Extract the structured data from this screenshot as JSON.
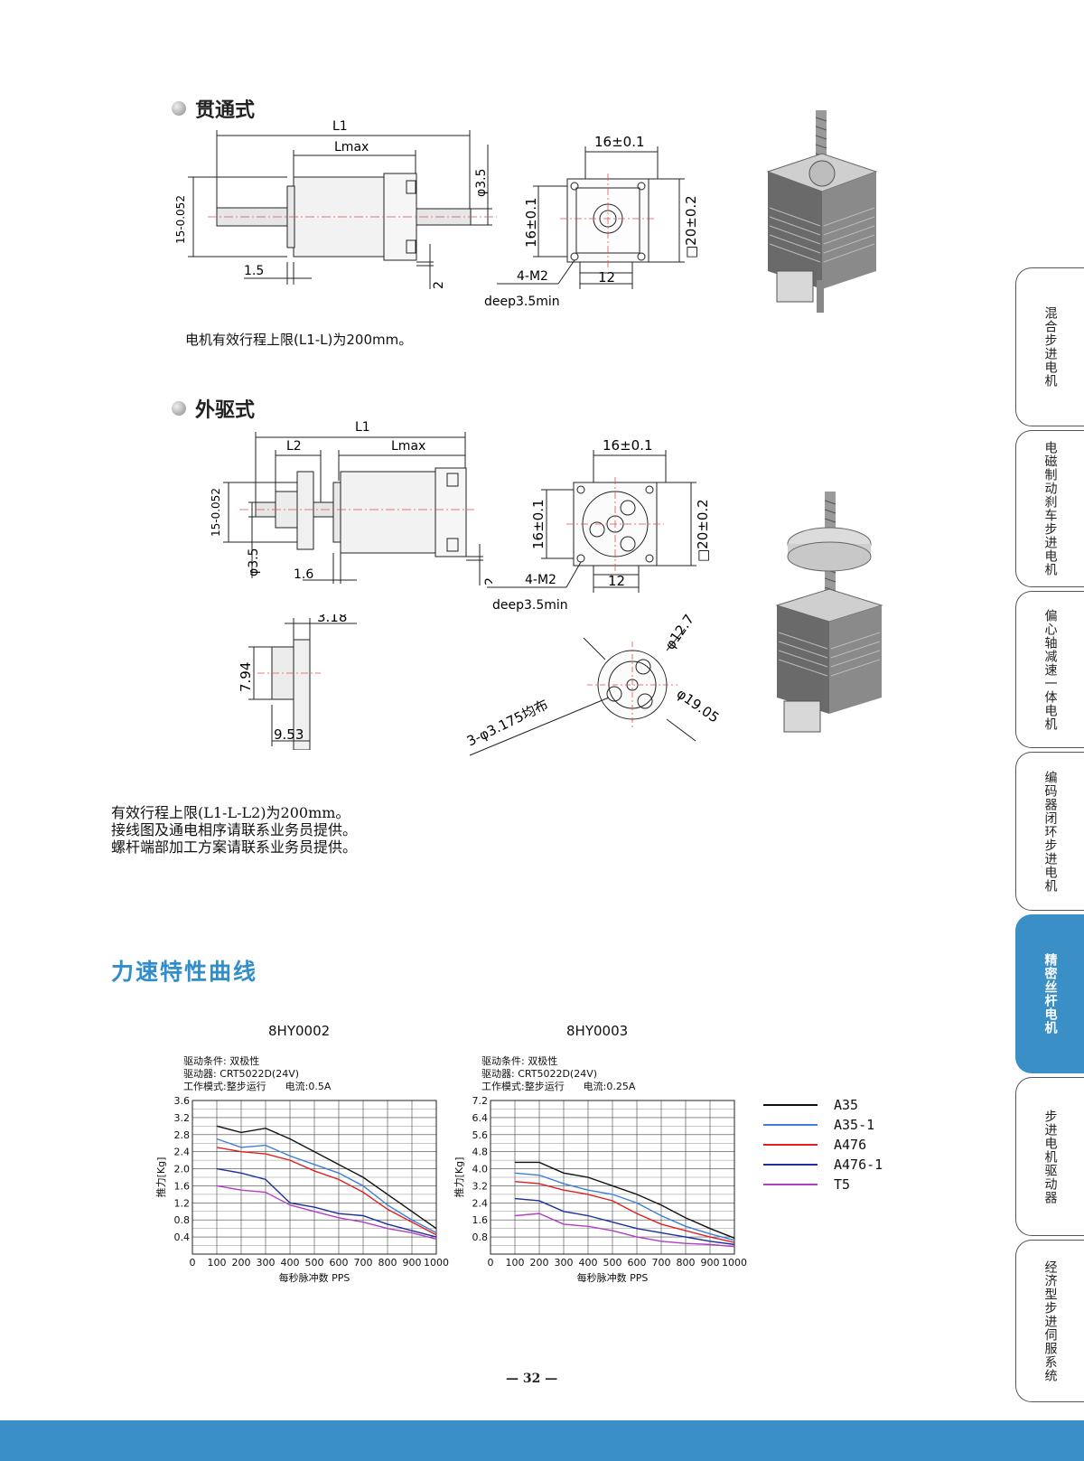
{
  "sections": {
    "through": {
      "title": "贯通式",
      "note": "电机有效行程上限(L1-L)为200mm。"
    },
    "external": {
      "title": "外驱式"
    }
  },
  "drawing1": {
    "labels": {
      "L1": "L1",
      "Lmax": "Lmax",
      "phi35": "φ3.5",
      "tol": "15-0.052",
      "d15": "1.5",
      "d2": "2",
      "w16": "16±0.1",
      "h16": "16±0.1",
      "sq20": "□20±0.2",
      "m2": "4-M2",
      "deep": "deep3.5min",
      "w12": "12"
    }
  },
  "drawing2": {
    "labels": {
      "L1": "L1",
      "L2": "L2",
      "Lmax": "Lmax",
      "tol": "15-0.052",
      "phi35": "φ3.5",
      "d16": "1.6",
      "d2": "2",
      "w16": "16±0.1",
      "h16": "16±0.1",
      "sq20": "□20±0.2",
      "m2": "4-M2",
      "deep": "deep3.5min",
      "w12": "12",
      "d318": "3.18",
      "d794": "7.94",
      "d953": "9.53",
      "phi127": "φ12.7",
      "phi1905": "φ19.05",
      "holes": "3-φ3.175均布"
    }
  },
  "notes": [
    "有效行程上限(L1-L-L2)为200mm。",
    "接线图及通电相序请联系业务员提供。",
    "螺杆端部加工方案请联系业务员提供。"
  ],
  "curve_heading": "力速特性曲线",
  "charts": {
    "left": {
      "title": "8HY0002",
      "cond1": "驱动条件: 双极性",
      "cond2": "驱动器: CRT5022D(24V)",
      "cond3": "工作模式:整步运行      电流:0.5A"
    },
    "right": {
      "title": "8HY0003",
      "cond1": "驱动条件: 双极性",
      "cond2": "驱动器: CRT5022D(24V)",
      "cond3": "工作模式:整步运行      电流:0.25A"
    }
  },
  "legend": [
    {
      "name": "A35",
      "color": "#111111"
    },
    {
      "name": "A35-1",
      "color": "#3b7fd9"
    },
    {
      "name": "A476",
      "color": "#e02020"
    },
    {
      "name": "A476-1",
      "color": "#1d2f9a"
    },
    {
      "name": "T5",
      "color": "#b040c0"
    }
  ],
  "chart_data": [
    {
      "type": "line",
      "title": "8HY0002",
      "xlabel": "每秒脉冲数 PPS",
      "ylabel": "推力[Kg]",
      "xlim": [
        0,
        1000
      ],
      "ylim": [
        0,
        3.6
      ],
      "x_ticks": [
        0,
        100,
        200,
        300,
        400,
        500,
        600,
        700,
        800,
        900,
        1000
      ],
      "y_ticks": [
        0.4,
        0.8,
        1.2,
        1.6,
        2.0,
        2.4,
        2.8,
        3.2,
        3.6
      ],
      "grid": true,
      "x": [
        100,
        200,
        300,
        400,
        500,
        600,
        700,
        800,
        900,
        1000
      ],
      "series": [
        {
          "name": "A35",
          "color": "#111111",
          "values": [
            3.0,
            2.85,
            2.95,
            2.7,
            2.4,
            2.1,
            1.8,
            1.4,
            1.0,
            0.6
          ]
        },
        {
          "name": "A35-1",
          "color": "#3b7fd9",
          "values": [
            2.7,
            2.5,
            2.55,
            2.3,
            2.1,
            1.9,
            1.6,
            1.15,
            0.8,
            0.5
          ]
        },
        {
          "name": "A476",
          "color": "#e02020",
          "values": [
            2.5,
            2.4,
            2.35,
            2.2,
            1.95,
            1.75,
            1.45,
            1.05,
            0.75,
            0.45
          ]
        },
        {
          "name": "A476-1",
          "color": "#1d2f9a",
          "values": [
            2.0,
            1.9,
            1.75,
            1.2,
            1.1,
            0.95,
            0.9,
            0.7,
            0.55,
            0.4
          ]
        },
        {
          "name": "T5",
          "color": "#b040c0",
          "values": [
            1.6,
            1.5,
            1.45,
            1.15,
            1.0,
            0.85,
            0.75,
            0.6,
            0.5,
            0.35
          ]
        }
      ]
    },
    {
      "type": "line",
      "title": "8HY0003",
      "xlabel": "每秒脉冲数 PPS",
      "ylabel": "推力[Kg]",
      "xlim": [
        0,
        1000
      ],
      "ylim": [
        0,
        7.2
      ],
      "x_ticks": [
        0,
        100,
        200,
        300,
        400,
        500,
        600,
        700,
        800,
        900,
        1000
      ],
      "y_ticks": [
        0.8,
        1.6,
        2.4,
        3.2,
        4.0,
        4.8,
        5.6,
        6.4,
        7.2
      ],
      "grid": true,
      "x": [
        100,
        200,
        300,
        400,
        500,
        600,
        700,
        800,
        900,
        1000
      ],
      "series": [
        {
          "name": "A35",
          "color": "#111111",
          "values": [
            4.3,
            4.3,
            3.8,
            3.6,
            3.2,
            2.8,
            2.3,
            1.7,
            1.2,
            0.75
          ]
        },
        {
          "name": "A35-1",
          "color": "#3b7fd9",
          "values": [
            3.8,
            3.7,
            3.3,
            3.0,
            2.8,
            2.4,
            1.8,
            1.3,
            0.95,
            0.65
          ]
        },
        {
          "name": "A476",
          "color": "#e02020",
          "values": [
            3.4,
            3.3,
            3.0,
            2.8,
            2.5,
            1.9,
            1.4,
            1.1,
            0.8,
            0.55
          ]
        },
        {
          "name": "A476-1",
          "color": "#1d2f9a",
          "values": [
            2.6,
            2.5,
            2.0,
            1.8,
            1.5,
            1.2,
            1.0,
            0.8,
            0.6,
            0.45
          ]
        },
        {
          "name": "T5",
          "color": "#b040c0",
          "values": [
            1.8,
            1.9,
            1.4,
            1.3,
            1.1,
            0.8,
            0.6,
            0.5,
            0.45,
            0.35
          ]
        }
      ]
    }
  ],
  "page_number": "— 32 —",
  "tabs": [
    {
      "label": "混合步进电机",
      "active": false
    },
    {
      "label": "电磁制动刹车步进电机",
      "active": false
    },
    {
      "label": "偏心轴减速一体电机",
      "active": false
    },
    {
      "label": "编码器闭环步进电机",
      "active": false
    },
    {
      "label": "精密丝杆电机",
      "active": true
    },
    {
      "label": "步进电机驱动器",
      "active": false
    },
    {
      "label": "经济型步进伺服系统",
      "active": false
    }
  ]
}
